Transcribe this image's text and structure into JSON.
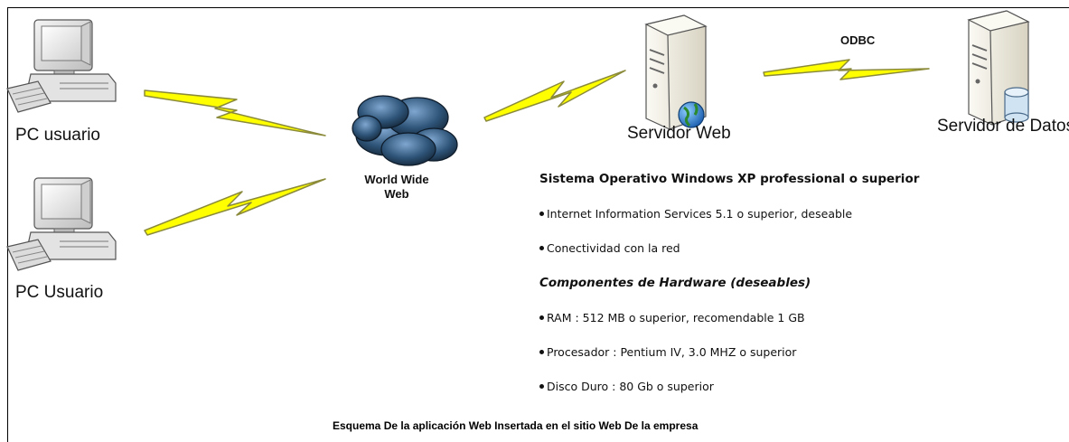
{
  "nodes": {
    "pc1": "PC usuario",
    "pc2": "PC Usuario",
    "www": "World Wide\nWeb",
    "web_server": "Servidor Web",
    "data_server": "Servidor de Datos"
  },
  "connections": {
    "odbc_label": "ODBC"
  },
  "requirements": {
    "os_title": "Sistema Operativo Windows XP professional o superior",
    "software_items": [
      "Internet Information Services 5.1 o superior, deseable",
      "Conectividad con la red"
    ],
    "hardware_title": "Componentes de Hardware (deseables)",
    "hardware_items": [
      "RAM : 512 MB o superior, recomendable 1 GB",
      "Procesador : Pentium IV, 3.0 MHZ o superior",
      "Disco Duro : 80 Gb o superior"
    ]
  },
  "caption": "Esquema De la aplicación Web Insertada en  el sitio Web De la empresa",
  "colors": {
    "lightning_fill": "#ffff00",
    "lightning_stroke": "#8a8a3a",
    "cloud_dark": "#1c3550",
    "cloud_light": "#6f98c4",
    "pc_body": "#e8e8e8",
    "server_body": "#f2efe6",
    "globe": "#2f7fd0"
  }
}
